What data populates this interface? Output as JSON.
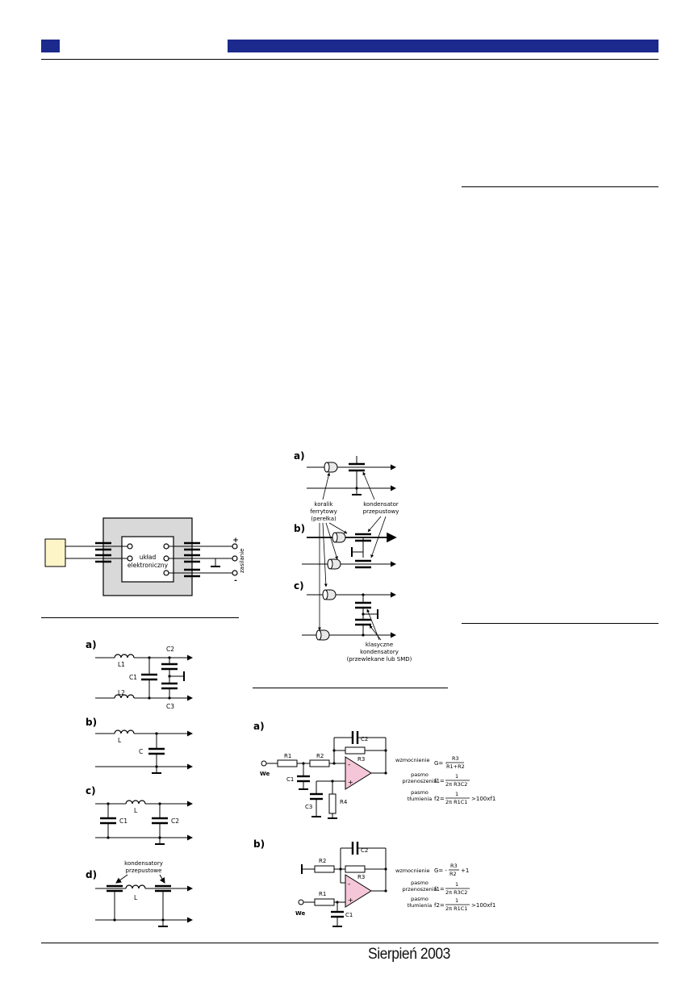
{
  "footer": {
    "issue": "Sierpień 2003"
  },
  "fig_block": {
    "box_label_1": "układ",
    "box_label_2": "elektroniczny",
    "plus": "+",
    "minus": "-",
    "side_label": "zasilanie"
  },
  "fig_filters": {
    "a_tag": "a)",
    "b_tag": "b)",
    "c_tag": "c)",
    "d_tag": "d)",
    "L1": "L1",
    "L2": "L2",
    "C1": "C1",
    "C2": "C2",
    "C3": "C3",
    "L": "L",
    "C": "C",
    "d_label_1": "kondensatory",
    "d_label_2": "przepustowe"
  },
  "fig_ferrite": {
    "a_tag": "a)",
    "b_tag": "b)",
    "c_tag": "c)",
    "ferrite_1": "koralik",
    "ferrite_2": "ferrytowy",
    "ferrite_3": "(perełka)",
    "feed_1": "kondensator",
    "feed_2": "przepustowy",
    "classic_1": "klasyczne",
    "classic_2": "kondensatory",
    "classic_3": "(przewlekane lub SMD)"
  },
  "fig_opamp": {
    "a_tag": "a)",
    "b_tag": "b)",
    "R1": "R1",
    "R2": "R2",
    "R3": "R3",
    "R4": "R4",
    "C1": "C1",
    "C2": "C2",
    "C3": "C3",
    "we": "We",
    "minus": "-",
    "plus": "+",
    "gain_label": "wzmocnienie",
    "band_1": "pasmo",
    "band_2": "przenoszenia",
    "stop_1": "pasmo",
    "stop_2": "tłumienia",
    "a_G_pre": "G= -",
    "a_G_num": "R3",
    "a_G_den": "R1+R2",
    "a_f1_pre": "f1=",
    "a_f1_num": "1",
    "a_f1_den": "2π R3C2",
    "a_f2_pre": "f2=",
    "a_f2_num": "1",
    "a_f2_den": "2π R1C1",
    "a_f2_post": ">100xf1",
    "b_G_pre": "G= -",
    "b_G_num": "R3",
    "b_G_den": "R2",
    "b_G_post": "+1",
    "b_f1_pre": "f1=",
    "b_f1_num": "1",
    "b_f1_den": "2π R3C2",
    "b_f2_pre": "f2=",
    "b_f2_num": "1",
    "b_f2_den": "2π R1C1",
    "b_f2_post": ">100xf1"
  },
  "colors": {
    "header_blue": "#1b2a8c",
    "opamp_fill": "#f5c6d8",
    "box_yellow": "#fdf5c8",
    "shield_grey": "#d9d9d9"
  }
}
